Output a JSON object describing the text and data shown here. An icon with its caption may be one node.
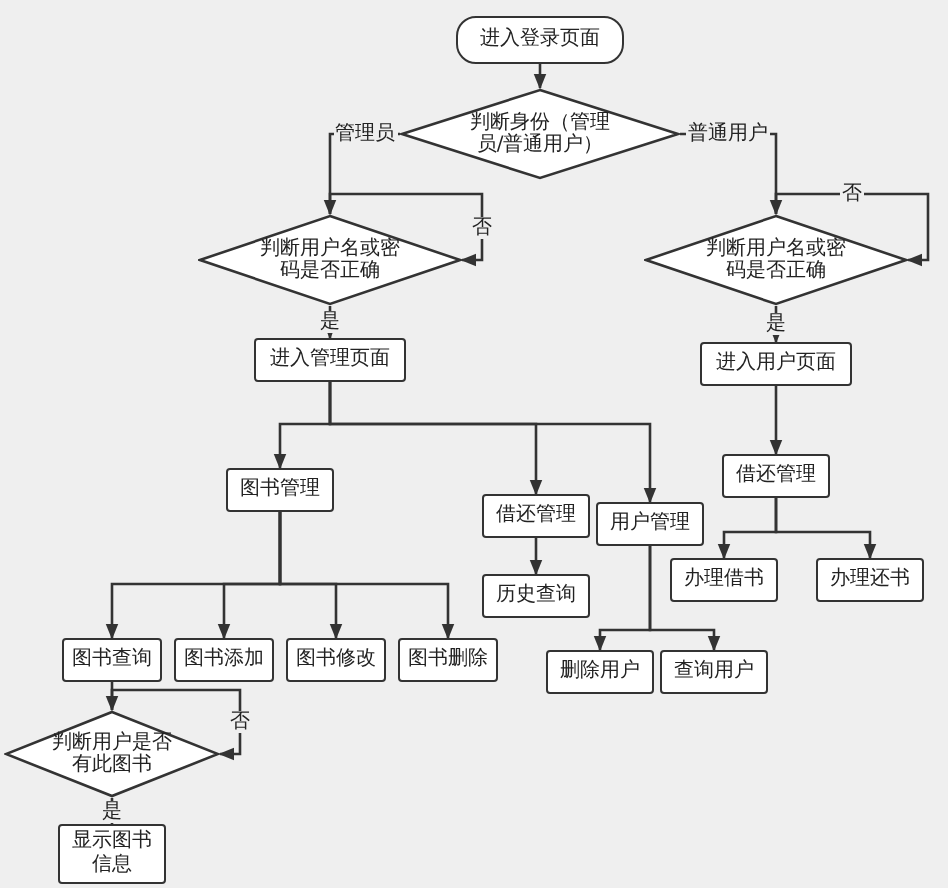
{
  "diagram": {
    "nodes": [
      {
        "text": [
          "进入登录页面"
        ]
      },
      {
        "text": [
          "判断身份（管理员/普通用户）"
        ]
      },
      {
        "text": [
          "判断用户名或密码是否正确"
        ]
      },
      {
        "text": [
          "判断用户名或密码是否正确"
        ]
      },
      {
        "text": [
          "进入管理页面"
        ]
      },
      {
        "text": [
          "进入用户页面"
        ]
      },
      {
        "text": [
          "图书管理"
        ]
      },
      {
        "text": [
          "借还管理"
        ]
      },
      {
        "text": [
          "用户管理"
        ]
      },
      {
        "text": [
          "历史查询"
        ]
      },
      {
        "text": [
          "删除用户"
        ]
      },
      {
        "text": [
          "查询用户"
        ]
      },
      {
        "text": [
          "借还管理"
        ]
      },
      {
        "text": [
          "办理借书"
        ]
      },
      {
        "text": [
          "办理还书"
        ]
      },
      {
        "text": [
          "图书查询"
        ]
      },
      {
        "text": [
          "图书添加"
        ]
      },
      {
        "text": [
          "图书修改"
        ]
      },
      {
        "text": [
          "图书删除"
        ]
      },
      {
        "text": [
          "判断用户是否有此图书"
        ]
      },
      {
        "text": [
          "显示图书信息"
        ]
      }
    ],
    "edges": [
      {
        "from": 0,
        "to": 1,
        "arrow": "to"
      },
      {
        "from": 1,
        "to": 2,
        "arrow": "to",
        "label": "管理员"
      },
      {
        "from": 1,
        "to": 3,
        "arrow": "to",
        "label": "普通用户"
      },
      {
        "from": 2,
        "to": 2,
        "arrow": "to",
        "label": "否"
      },
      {
        "from": 2,
        "to": 4,
        "arrow": "to",
        "label": "是"
      },
      {
        "from": 3,
        "to": 3,
        "arrow": "to",
        "label": "否"
      },
      {
        "from": 3,
        "to": 5,
        "arrow": "to",
        "label": "是"
      },
      {
        "from": 4,
        "to": 6,
        "arrow": "to"
      },
      {
        "from": 4,
        "to": 7,
        "arrow": "to"
      },
      {
        "from": 4,
        "to": 8,
        "arrow": "to"
      },
      {
        "from": 5,
        "to": 12,
        "arrow": "to"
      },
      {
        "from": 12,
        "to": 13,
        "arrow": "to"
      },
      {
        "from": 12,
        "to": 14,
        "arrow": "to"
      },
      {
        "from": 6,
        "to": 15,
        "arrow": "to"
      },
      {
        "from": 6,
        "to": 16,
        "arrow": "to"
      },
      {
        "from": 6,
        "to": 17,
        "arrow": "to"
      },
      {
        "from": 6,
        "to": 18,
        "arrow": "to"
      },
      {
        "from": 7,
        "to": 9,
        "arrow": "to"
      },
      {
        "from": 8,
        "to": 10,
        "arrow": "to"
      },
      {
        "from": 8,
        "to": 11,
        "arrow": "to"
      },
      {
        "from": 15,
        "to": 19,
        "arrow": "to"
      },
      {
        "from": 19,
        "to": 19,
        "arrow": "to",
        "label": "否"
      },
      {
        "from": 19,
        "to": 20,
        "arrow": "to",
        "label": "是"
      }
    ]
  }
}
